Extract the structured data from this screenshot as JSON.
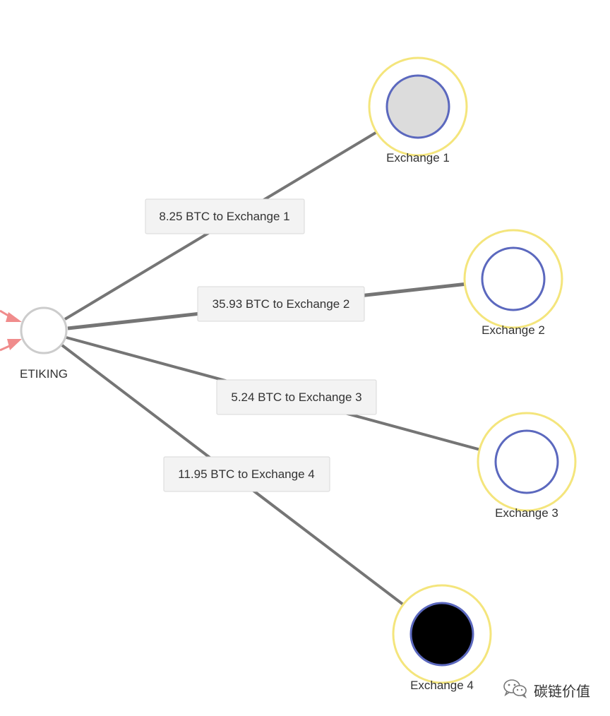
{
  "source_node": {
    "label": "ETIKING"
  },
  "nodes": [
    {
      "id": "ex1",
      "label": "Exchange 1",
      "fill": "#dcdcdc"
    },
    {
      "id": "ex2",
      "label": "Exchange 2",
      "fill": "#ffffff"
    },
    {
      "id": "ex3",
      "label": "Exchange 3",
      "fill": "#ffffff"
    },
    {
      "id": "ex4",
      "label": "Exchange 4",
      "fill": "#000000"
    }
  ],
  "edges": [
    {
      "to": "ex1",
      "label": "8.25 BTC to Exchange 1"
    },
    {
      "to": "ex2",
      "label": "35.93 BTC to Exchange 2"
    },
    {
      "to": "ex3",
      "label": "5.24 BTC to Exchange 3"
    },
    {
      "to": "ex4",
      "label": "11.95 BTC to Exchange 4"
    }
  ],
  "colors": {
    "edge": "#757575",
    "node_ring": "#5b68be",
    "halo": "#f4e57c",
    "source_ring": "#cccccc",
    "incoming_arrow": "#f08c8c"
  },
  "watermark": {
    "text": "碳链价值",
    "icon": "wechat-icon"
  }
}
